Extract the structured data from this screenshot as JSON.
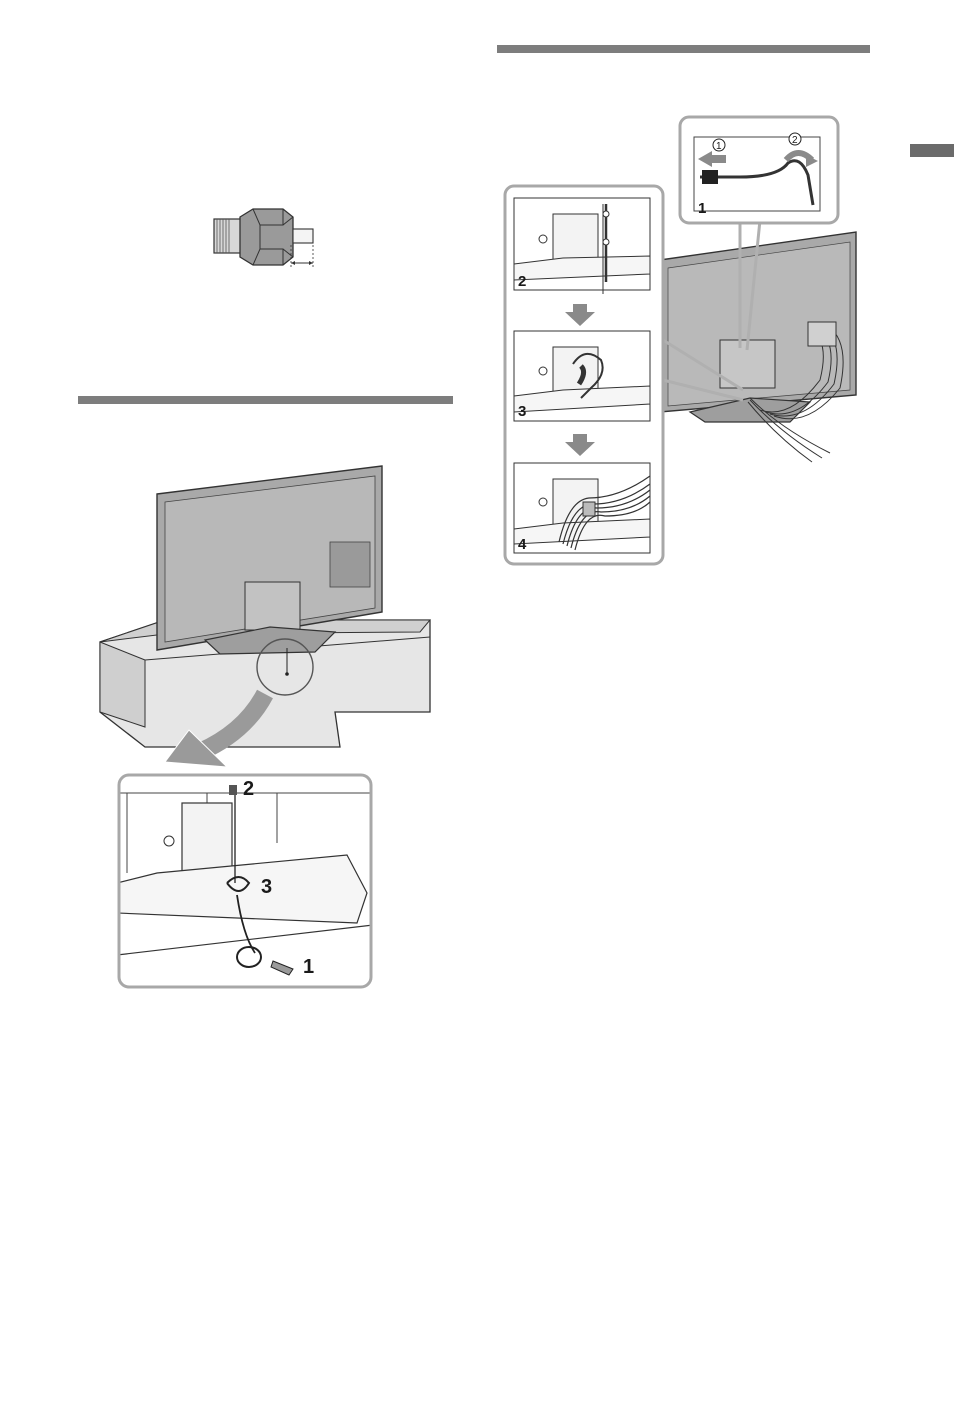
{
  "steps_bracket": {
    "screw_b": "2",
    "cord_loop": "3",
    "screw_a": "1"
  },
  "steps_cable": {
    "panel1": "1",
    "panel2": "2",
    "panel3": "3",
    "panel4": "4",
    "sub1": "1",
    "sub2": "2"
  },
  "colors": {
    "rule": "#7d7d7d",
    "side_tab": "#6b6b6b",
    "callout_border": "#a8a8a8",
    "arrow_grey": "#8a8a8a"
  }
}
